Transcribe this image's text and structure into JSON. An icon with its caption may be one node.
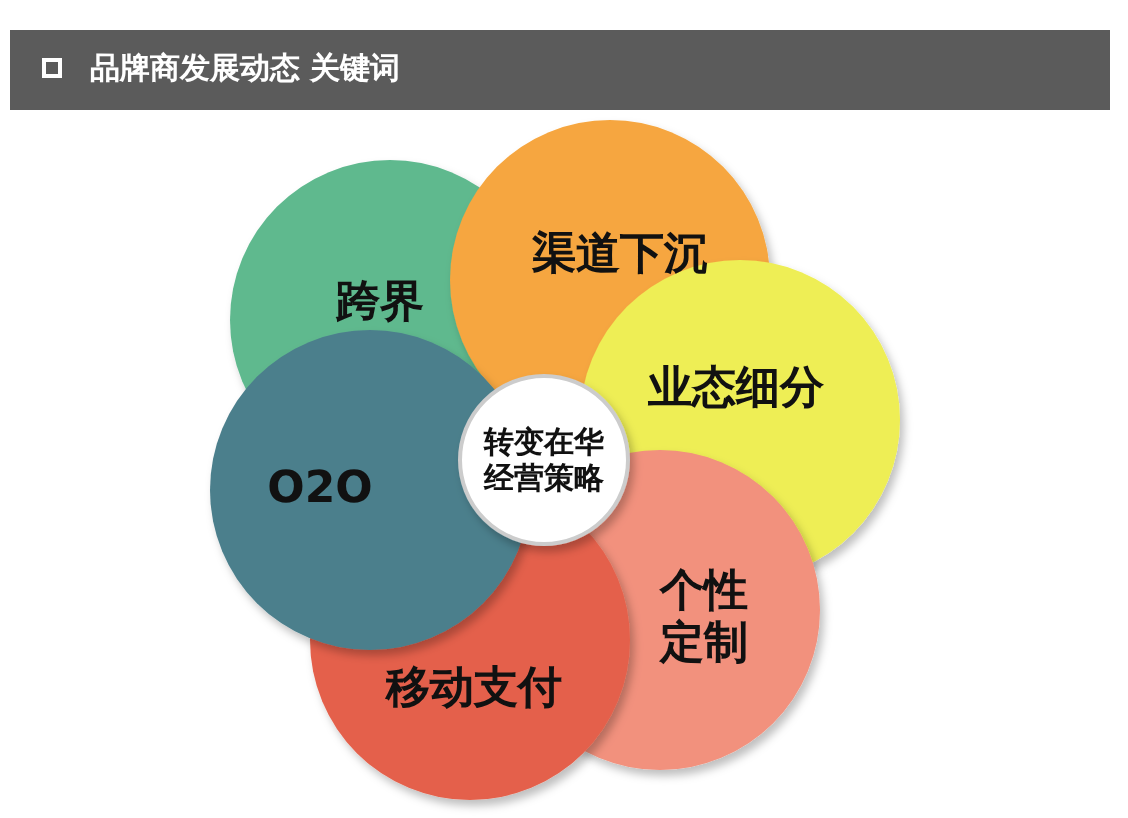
{
  "diagram": {
    "title": "品牌商发展动态 关键词",
    "nodes": [
      {
        "text": [
          "跨界"
        ]
      },
      {
        "text": [
          "渠道下沉"
        ]
      },
      {
        "text": [
          "业态细分"
        ]
      },
      {
        "text": [
          "个性定制"
        ]
      },
      {
        "text": [
          "移动支付"
        ]
      },
      {
        "text": [
          "O2O"
        ]
      },
      {
        "text": [
          "转变在华经营策略"
        ]
      }
    ]
  }
}
